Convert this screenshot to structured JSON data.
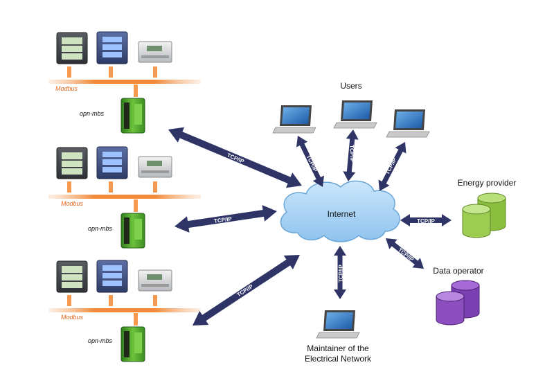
{
  "groups": [
    {
      "bus_label": "Modbus",
      "gateway_label": "opn-mbs"
    },
    {
      "bus_label": "Modbus",
      "gateway_label": "opn-mbs"
    },
    {
      "bus_label": "Modbus",
      "gateway_label": "opn-mbs"
    }
  ],
  "cloud_label": "Internet",
  "users_label": "Users",
  "energy_provider_label": "Energy provider",
  "data_operator_label": "Data operator",
  "maintainer_label_line1": "Maintainer of the",
  "maintainer_label_line2": "Electrical Network",
  "link_label": "TCP/IP",
  "colors": {
    "arrow": "#2e3566",
    "bus": "#f28a3a",
    "cloud": "#a9d4f5",
    "gateway": "#4aa02c",
    "energy_db": "#9ccc52",
    "operator_db": "#8d4fc0"
  }
}
